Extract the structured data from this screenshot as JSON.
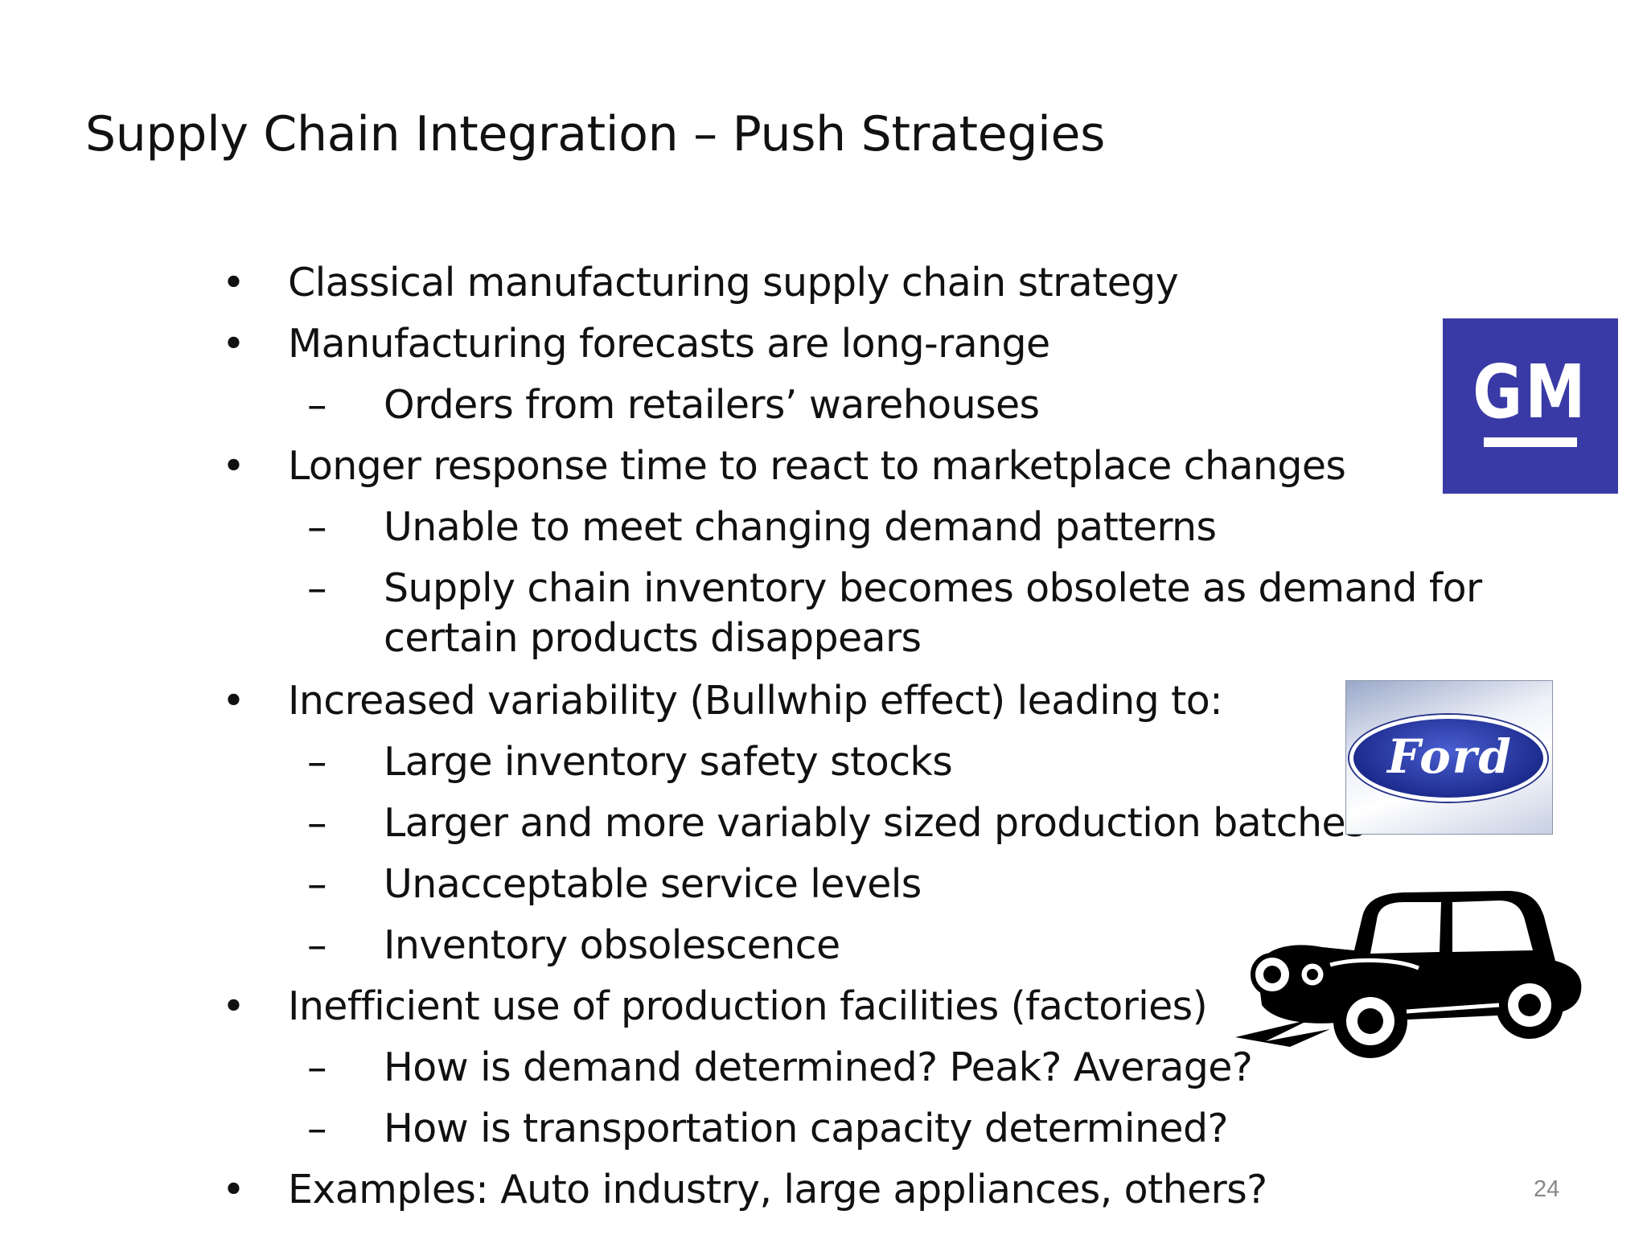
{
  "slide": {
    "title": "Supply Chain Integration – Push Strategies",
    "page_number": "24",
    "bullet_marker": "•",
    "dash_marker": "–",
    "lines": [
      {
        "level": 1,
        "text": "Classical manufacturing supply chain strategy"
      },
      {
        "level": 1,
        "text": "Manufacturing forecasts are long-range"
      },
      {
        "level": 2,
        "text": "Orders from retailers’ warehouses"
      },
      {
        "level": 1,
        "text": "Longer response time to react to marketplace changes"
      },
      {
        "level": 2,
        "text": "Unable to meet changing demand patterns"
      },
      {
        "level": 2,
        "text": "Supply chain inventory becomes obsolete as demand for"
      },
      {
        "level": 2,
        "text": "certain products disappears",
        "continuation": true
      },
      {
        "level": 1,
        "text": "Increased variability (Bullwhip effect) leading to:"
      },
      {
        "level": 2,
        "text": "Large inventory safety stocks"
      },
      {
        "level": 2,
        "text": "Larger and more variably sized production batches"
      },
      {
        "level": 2,
        "text": "Unacceptable service levels"
      },
      {
        "level": 2,
        "text": "Inventory obsolescence"
      },
      {
        "level": 1,
        "text": "Inefficient use of production facilities (factories)"
      },
      {
        "level": 2,
        "text": "How is demand determined? Peak? Average?"
      },
      {
        "level": 2,
        "text": "How is transportation capacity determined?"
      },
      {
        "level": 1,
        "text": "Examples:  Auto industry, large appliances, others?"
      }
    ]
  },
  "logos": {
    "gm": {
      "text": "GM",
      "color": "#3a3aa6"
    },
    "ford": {
      "text": "Ford",
      "color": "#1d2c8f"
    }
  },
  "icons": {
    "car": "vintage-car-icon"
  }
}
